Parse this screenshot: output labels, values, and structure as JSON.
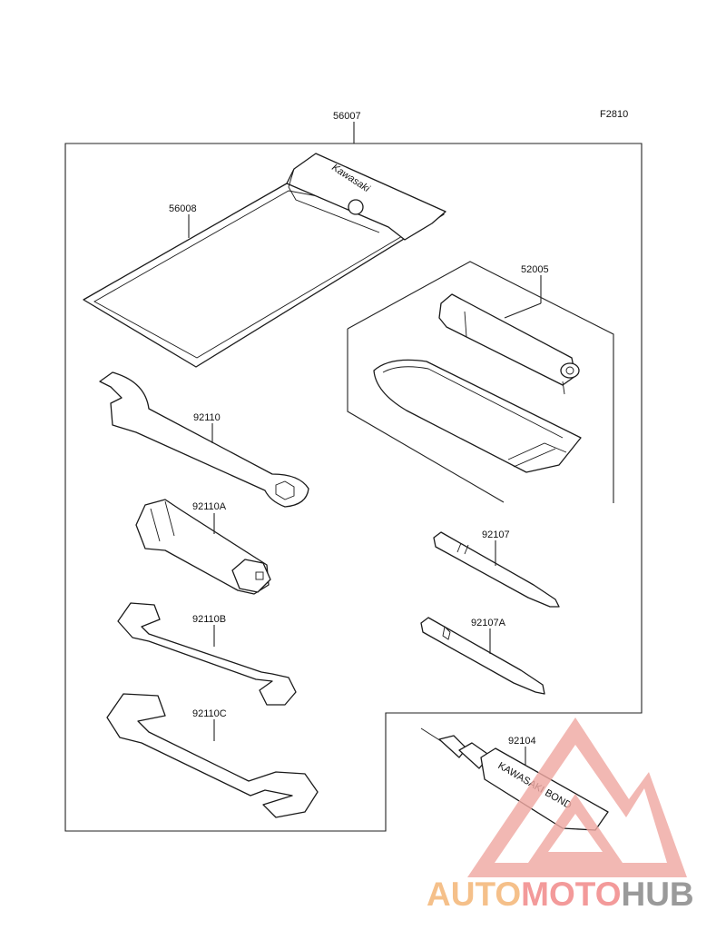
{
  "figure_code": "F2810",
  "parts": [
    {
      "id": "tool-kit-case",
      "number": "56007"
    },
    {
      "id": "tool-bag",
      "number": "56008"
    },
    {
      "id": "tire-repair-kit",
      "number": "52005"
    },
    {
      "id": "hook-wrench",
      "number": "92110"
    },
    {
      "id": "spark-plug-wrench",
      "number": "92110A"
    },
    {
      "id": "small-open-end-wrench",
      "number": "92110B"
    },
    {
      "id": "large-open-end-wrench",
      "number": "92110C"
    },
    {
      "id": "screwdriver-1",
      "number": "92107"
    },
    {
      "id": "screwdriver-2",
      "number": "92107A"
    },
    {
      "id": "bond-tube",
      "number": "92104"
    }
  ],
  "bag_logo_text": "Kawasaki",
  "bond_tube_text": "KAWASAKI BOND",
  "watermark": {
    "segments": [
      {
        "text": "AUTO",
        "color": "#f5c08a"
      },
      {
        "text": "MOTO",
        "color": "#f39a9a"
      },
      {
        "text": "HUB",
        "color": "#9a9a9a"
      }
    ],
    "logo_color": "#f0a9a3"
  }
}
